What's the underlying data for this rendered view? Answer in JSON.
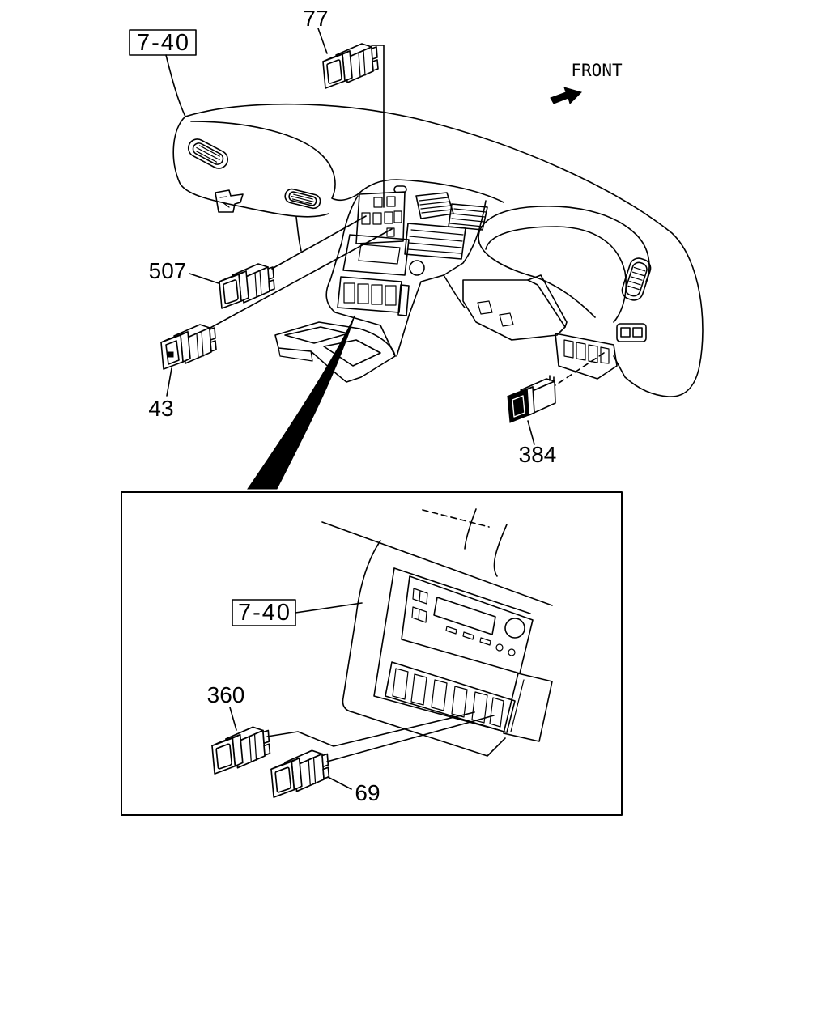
{
  "figure": {
    "reference_boxes": [
      "7-40",
      "7-40"
    ],
    "direction_label": "FRONT",
    "callouts": {
      "switch_77": "77",
      "switch_507": "507",
      "switch_43": "43",
      "switch_384": "384",
      "switch_360": "360",
      "switch_69": "69"
    }
  },
  "icons": {
    "direction": "front-arrow-icon"
  },
  "colors": {
    "line": "#000000",
    "background": "#ffffff"
  }
}
